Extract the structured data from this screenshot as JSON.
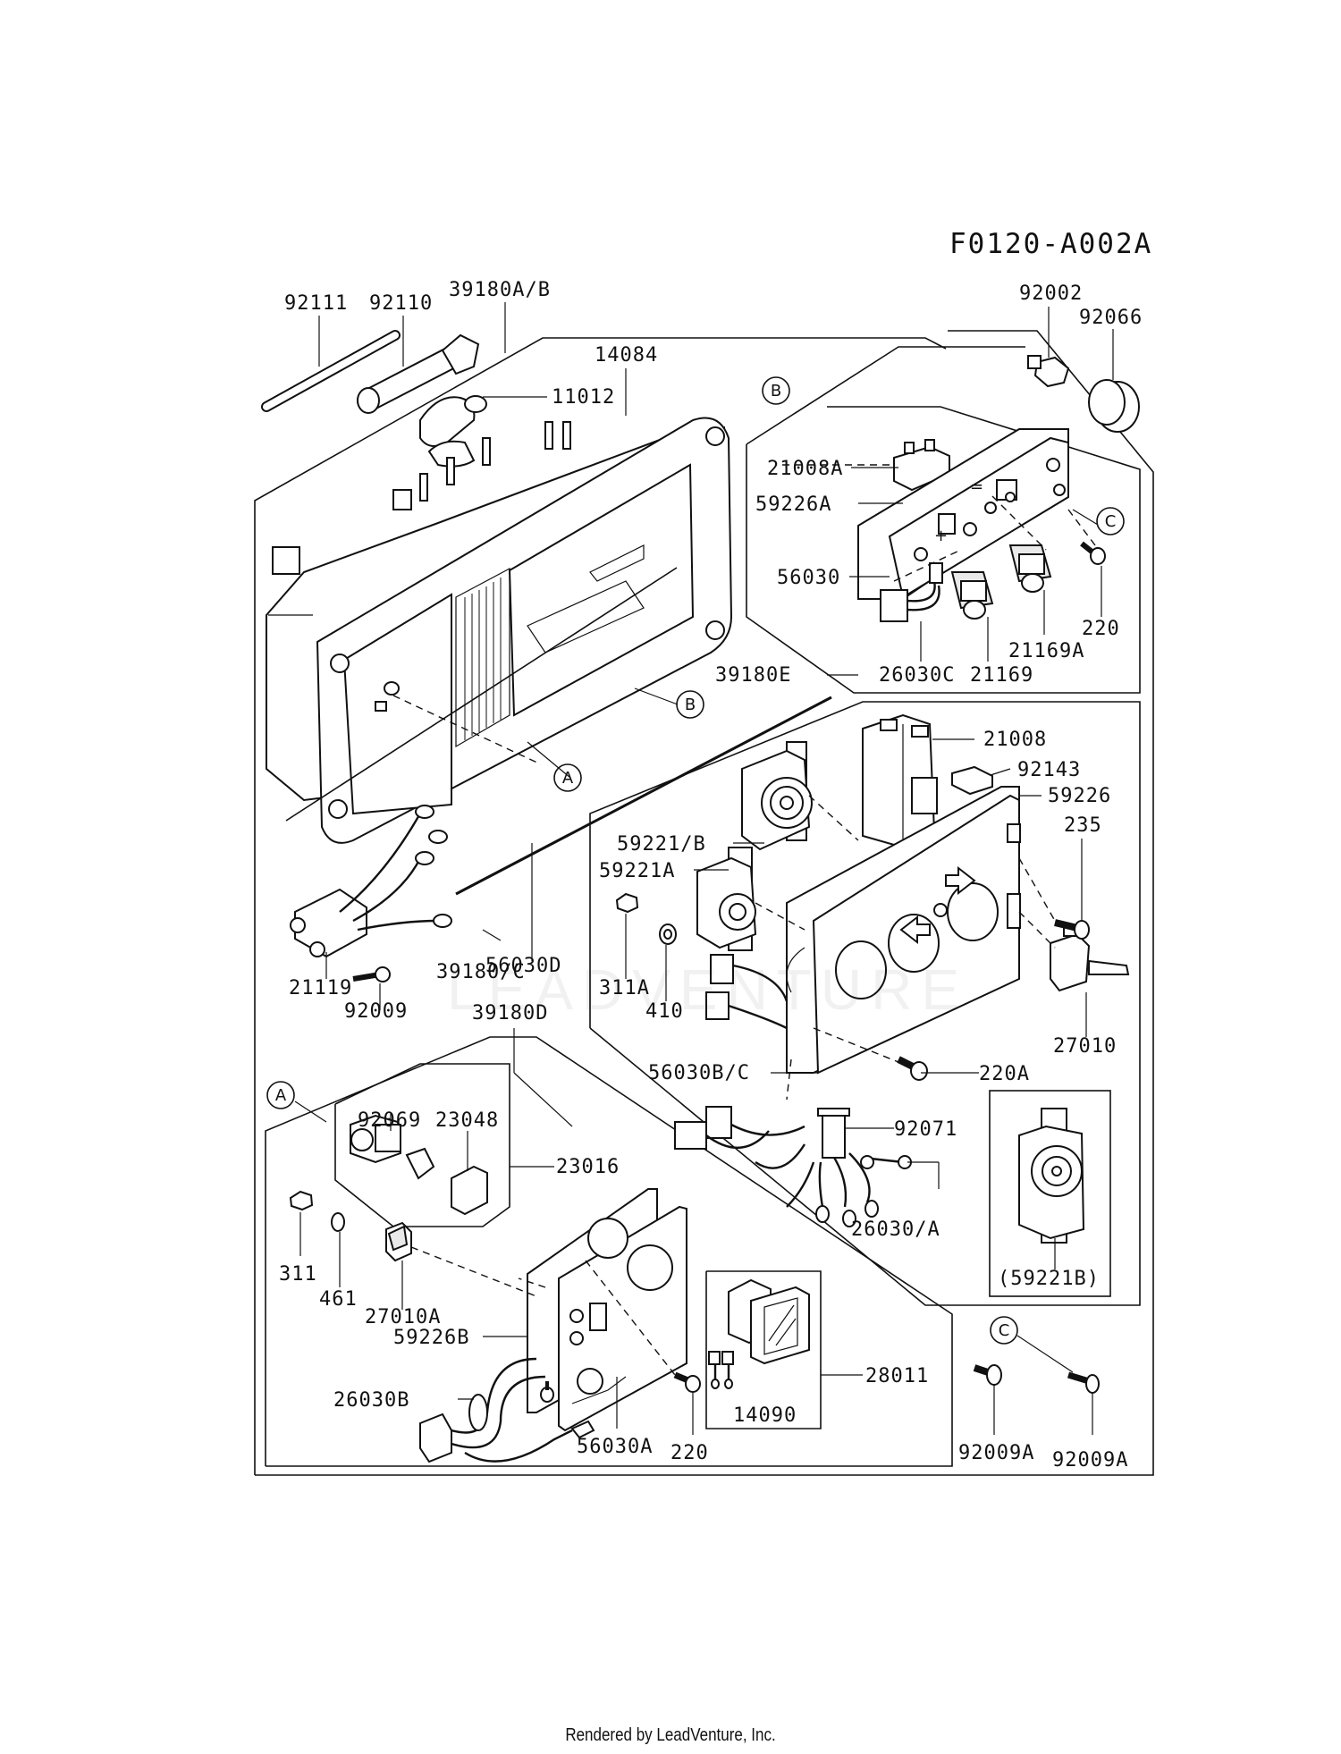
{
  "diagram_code": "F0120-A002A",
  "watermark": "LEADVENTURE",
  "footer": "Rendered by LeadVenture, Inc.",
  "callouts": {
    "A": "A",
    "B": "B",
    "C": "C"
  },
  "labels": {
    "p92111": "92111",
    "p92110": "92110",
    "p39180AB": "39180A/B",
    "p14084": "14084",
    "p11012": "11012",
    "p92002": "92002",
    "p92066": "92066",
    "p21008A": "21008A",
    "p59226A": "59226A",
    "p56030": "56030",
    "p220top": "220",
    "p21169A": "21169A",
    "p26030C": "26030C",
    "p21169": "21169",
    "p39180E": "39180E",
    "p21008": "21008",
    "p92143": "92143",
    "p59226": "59226",
    "p235": "235",
    "p59221B": "59221/B",
    "p59221A": "59221A",
    "p311A": "311A",
    "p410": "410",
    "p56030D": "56030D",
    "p39180C": "39180/C",
    "p21119": "21119",
    "p92009": "92009",
    "p39180D": "39180D",
    "p27010": "27010",
    "p56030BC": "56030B/C",
    "p220A": "220A",
    "p92071": "92071",
    "p26030A": "26030/A",
    "p59221Bbox": "(59221B)",
    "p92069": "92069",
    "p23048": "23048",
    "p23016": "23016",
    "p311": "311",
    "p461": "461",
    "p27010A": "27010A",
    "p59226B": "59226B",
    "p26030B": "26030B",
    "p56030A": "56030A",
    "p220bot": "220",
    "p14090": "14090",
    "p28011": "28011",
    "p92009A1": "92009A",
    "p92009A2": "92009A"
  }
}
